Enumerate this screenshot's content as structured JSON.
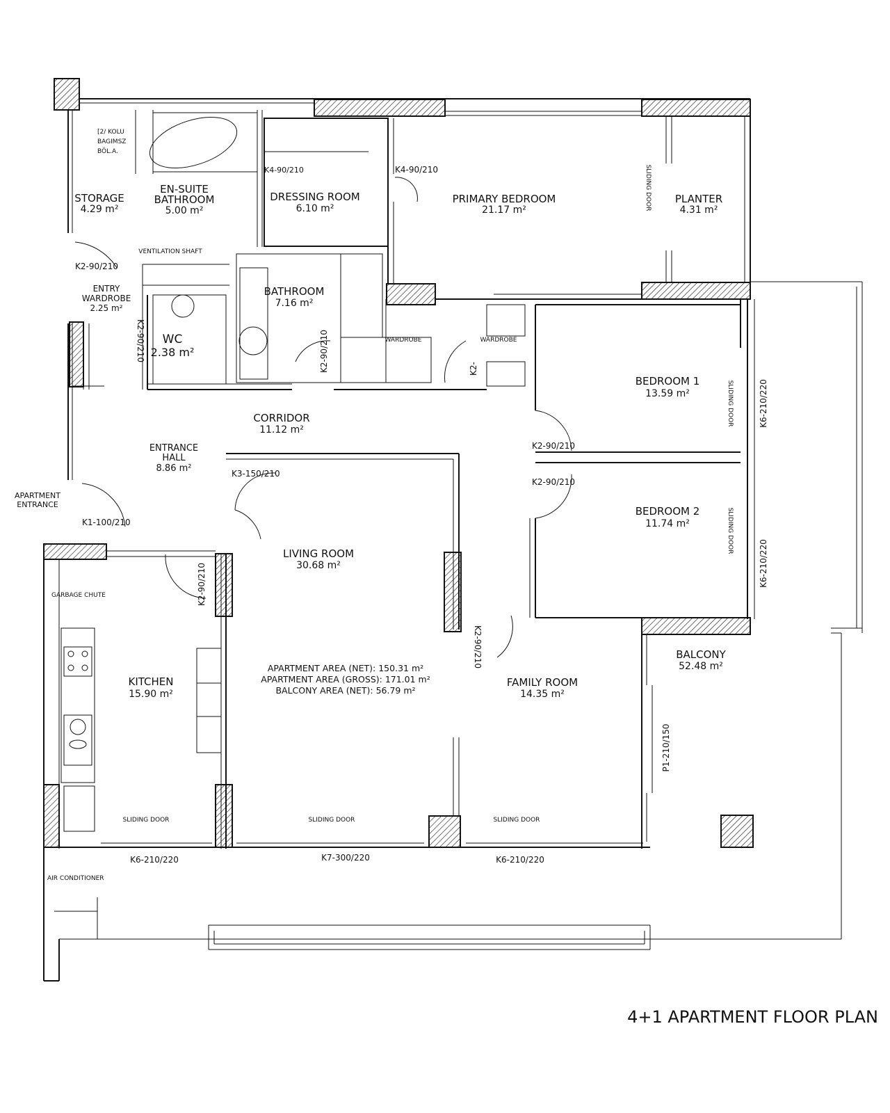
{
  "title": "4+1 APARTMENT FLOOR PLAN",
  "rooms": {
    "storage": {
      "name": "STORAGE",
      "area": "4.29 m²"
    },
    "ensuite": {
      "name1": "EN-SUITE",
      "name2": "BATHROOM",
      "area": "5.00 m²"
    },
    "dressing": {
      "name": "DRESSING ROOM",
      "area": "6.10 m²"
    },
    "primary": {
      "name": "PRIMARY BEDROOM",
      "area": "21.17 m²"
    },
    "planter": {
      "name": "PLANTER",
      "area": "4.31 m²"
    },
    "entry_wardrobe": {
      "name1": "ENTRY",
      "name2": "WARDROBE",
      "area": "2.25 m²"
    },
    "bathroom": {
      "name": "BATHROOM",
      "area": "7.16 m²"
    },
    "wc": {
      "name": "WC",
      "area": "2.38 m²"
    },
    "bedroom1": {
      "name": "BEDROOM 1",
      "area": "13.59 m²"
    },
    "corridor": {
      "name": "CORRIDOR",
      "area": "11.12 m²"
    },
    "entrance_hall": {
      "name1": "ENTRANCE",
      "name2": "HALL",
      "area": "8.86 m²"
    },
    "bedroom2": {
      "name": "BEDROOM 2",
      "area": "11.74 m²"
    },
    "living": {
      "name": "LIVING ROOM",
      "area": "30.68 m²"
    },
    "kitchen": {
      "name": "KITCHEN",
      "area": "15.90 m²"
    },
    "family": {
      "name": "FAMILY ROOM",
      "area": "14.35 m²"
    },
    "balcony": {
      "name": "BALCONY",
      "area": "52.48 m²"
    }
  },
  "summary": {
    "net": "APARTMENT AREA (NET): 150.31 m²",
    "gross": "APARTMENT AREA (GROSS): 171.01 m²",
    "balcony": "BALCONY AREA (NET): 56.79 m²"
  },
  "labels": {
    "ventilation": "VENTILATION SHAFT",
    "wardrobe_left": "WARDROBE",
    "wardrobe_right": "WARDROBE",
    "garbage": "GARBAGE CHUTE",
    "air_conditioner": "AIR CONDITIONER",
    "apartment_entrance1": "APARTMENT",
    "apartment_entrance2": "ENTRANCE",
    "sliding_kitchen": "SLIDING DOOR",
    "sliding_living": "SLIDING DOOR",
    "sliding_family": "SLIDING DOOR",
    "sliding_primary": "SLIDING DOOR",
    "sliding_bed1": "SLIDING DOOR",
    "sliding_bed2": "SLIDING DOOR",
    "storage_note1": "[2/ KOLU",
    "storage_note2": "BAGIMSZ",
    "storage_note3": "BÖL.A."
  },
  "door_tags": {
    "k4_dressing": "K4-90/210",
    "k4_primary": "K4-90/210",
    "k2_entry": "K2-90/210",
    "k2_wc": "K2-90/210",
    "k2_bath": "K2-90/210",
    "k2_corr": "K2-",
    "k2_bed1": "K2-90/210",
    "k2_bed2": "K2-90/210",
    "k3_living": "K3-150/210",
    "k1_entrance": "K1-100/210",
    "k2_kitchen": "K2-90/210",
    "k2_family": "K2-90/210",
    "k6_bed1": "K6-210/220",
    "k6_bed2": "K6-210/220",
    "p1_family": "P1-210/150",
    "k6_kitchen": "K6-210/220",
    "k7_living": "K7-300/220",
    "k6_family": "K6-210/220"
  }
}
